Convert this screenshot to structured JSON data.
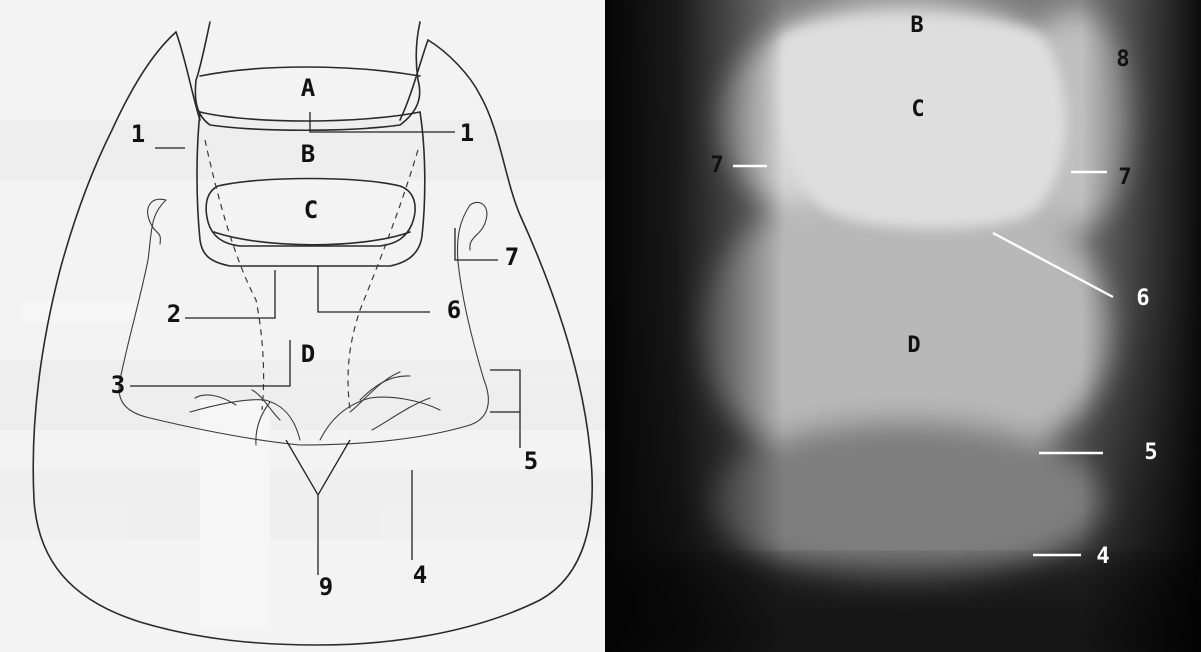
{
  "left_diagram": {
    "region_labels": {
      "A": "A",
      "B": "B",
      "C": "C",
      "D": "D"
    },
    "number_labels": {
      "n1_left": "1",
      "n1_right": "1",
      "n2": "2",
      "n3": "3",
      "n4": "4",
      "n5": "5",
      "n6": "6",
      "n7": "7",
      "n9": "9"
    }
  },
  "right_radiograph": {
    "region_labels": {
      "B": "B",
      "C": "C",
      "D": "D"
    },
    "number_labels": {
      "n8": "8",
      "n7_left": "7",
      "n7_right": "7",
      "n6": "6",
      "n5": "5",
      "n4": "4"
    }
  },
  "colors": {
    "paper": "#f2f2f2",
    "ink": "#2a2a2a",
    "xray_dark": "#0c0c0c",
    "xray_bone": "#d8d8d8",
    "xray_label": "#ffffff"
  }
}
